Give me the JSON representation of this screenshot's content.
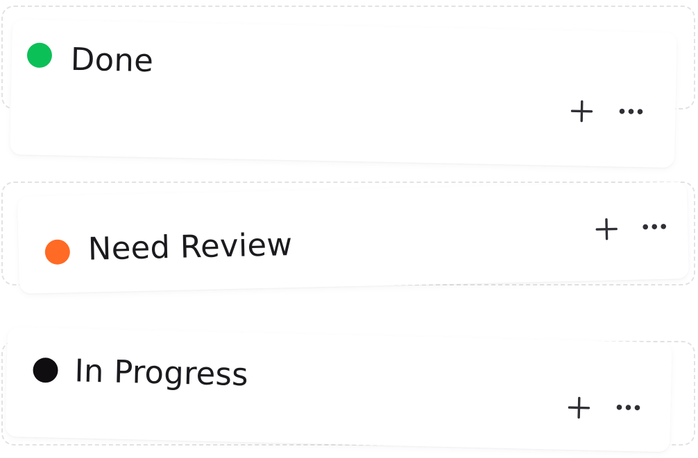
{
  "board": {
    "groups": [
      {
        "label": "Done",
        "dot_color": "#0cc058",
        "add_icon": "plus-icon",
        "menu_icon": "more-horizontal-icon"
      },
      {
        "label": "Need Review",
        "dot_color": "#ff6a25",
        "add_icon": "plus-icon",
        "menu_icon": "more-horizontal-icon"
      },
      {
        "label": "In Progress",
        "dot_color": "#0f0d10",
        "add_icon": "plus-icon",
        "menu_icon": "more-horizontal-icon"
      }
    ],
    "colors": {
      "text": "#1b1b1f",
      "icon": "#2f2f35",
      "dashed_outline": "#e2e2e2"
    }
  }
}
